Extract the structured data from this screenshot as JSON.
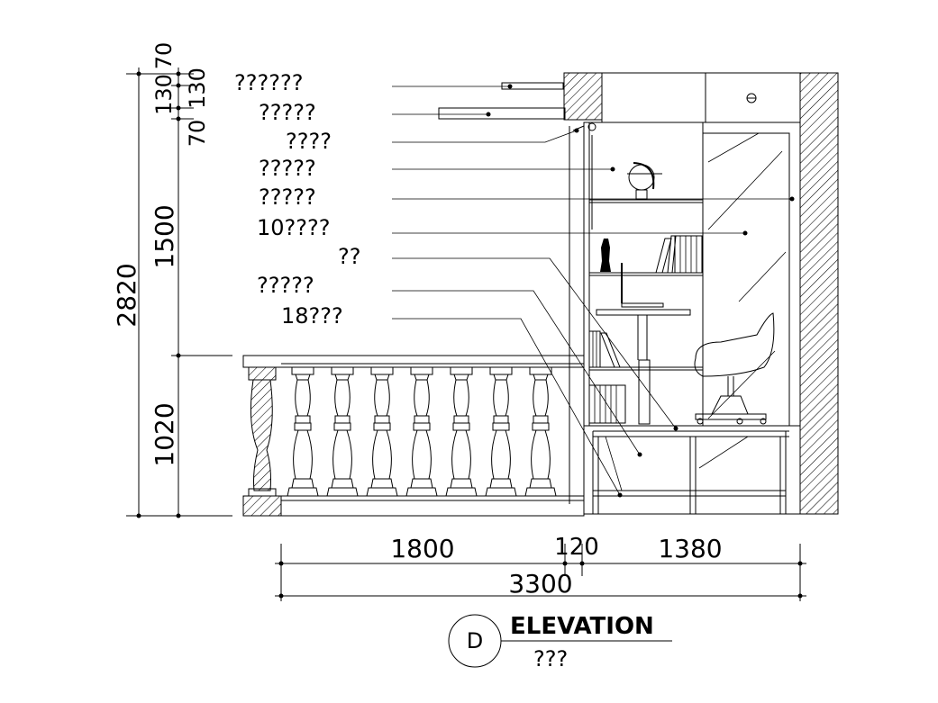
{
  "drawing": {
    "title": "ELEVATION",
    "subtitle": "???",
    "section_marker": "D"
  },
  "callouts": [
    "??????",
    "?????",
    "????",
    "?????",
    "?????",
    "10????",
    "??",
    "?????",
    "18???"
  ],
  "dimensions": {
    "vertical_outer": [
      "2820"
    ],
    "vertical_inner": [
      "70",
      "130",
      "70",
      "130",
      "1500",
      "1020"
    ],
    "horizontal": [
      "1800",
      "120",
      "1380",
      "3300"
    ]
  }
}
